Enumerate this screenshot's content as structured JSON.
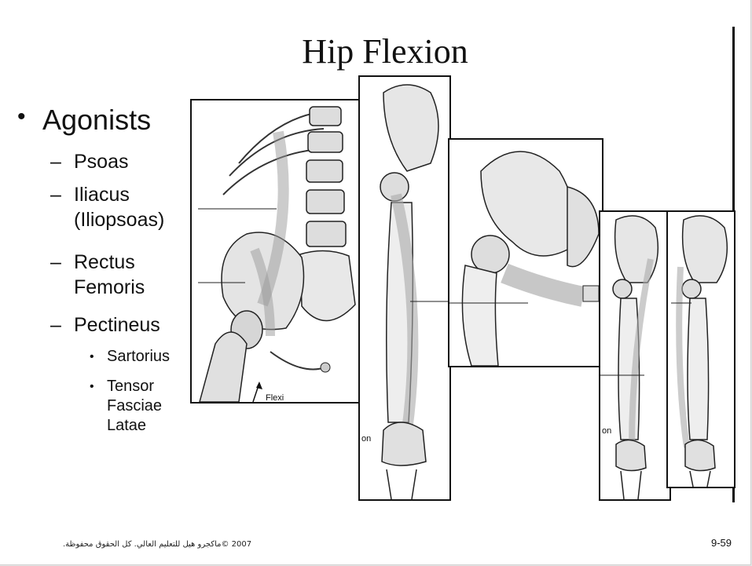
{
  "slide": {
    "title": "Hip Flexion",
    "main_bullet": "Agonists",
    "sub_bullets": [
      "Psoas",
      "Iliacus\n(Iliopsoas)",
      "Rectus\nFemoris",
      "Pectineus"
    ],
    "minor_bullets": [
      "Sartorius",
      "Tensor\nFasciae\nLatae"
    ],
    "figure_labels": {
      "panel1_caption": "Flexi",
      "panel2_caption": "on",
      "panel4_caption": "on"
    },
    "footer_copyright": "2007 ©ماكجرو هيل للتعليم العالي. كل الحقوق محفوظة.",
    "page_number": "9-59"
  }
}
